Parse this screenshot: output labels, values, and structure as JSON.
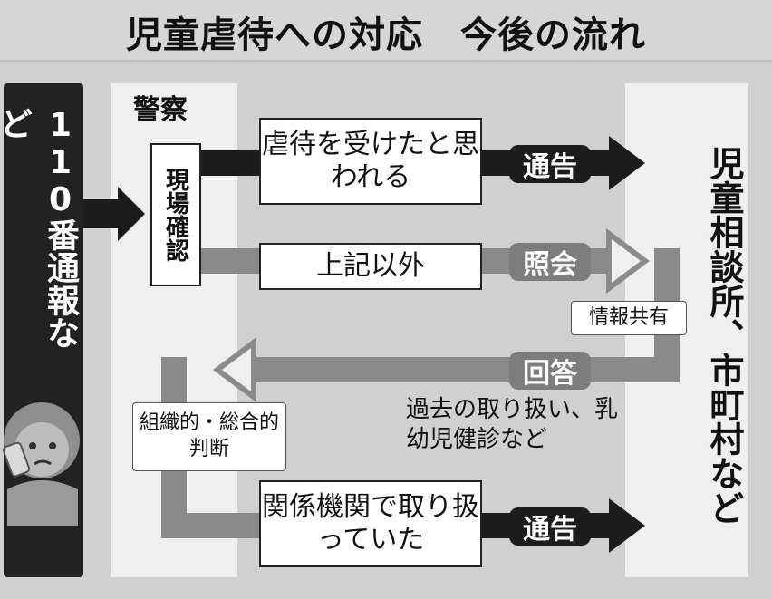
{
  "title": "児童虐待への対応　今後の流れ",
  "left_panel": {
    "label": "110番通報など"
  },
  "police": {
    "label": "警察",
    "check_box": "現場確認"
  },
  "agency": {
    "label": "児童相談所、市町村など"
  },
  "flows": {
    "abuse_box": "虐待を受けたと思われる",
    "other_box": "上記以外",
    "related_box": "関係機関で取り扱っていた",
    "notify_1": "通告",
    "inquiry": "照会",
    "share": "情報共有",
    "answer": "回答",
    "answer_note": "過去の取り扱い、乳幼児健診など",
    "judge_box": "組織的・総合的判断",
    "notify_2": "通告"
  },
  "colors": {
    "dark": "#1d1d1d",
    "gray_arrow": "#8a8a8a",
    "light_arrow": "#efefef"
  }
}
